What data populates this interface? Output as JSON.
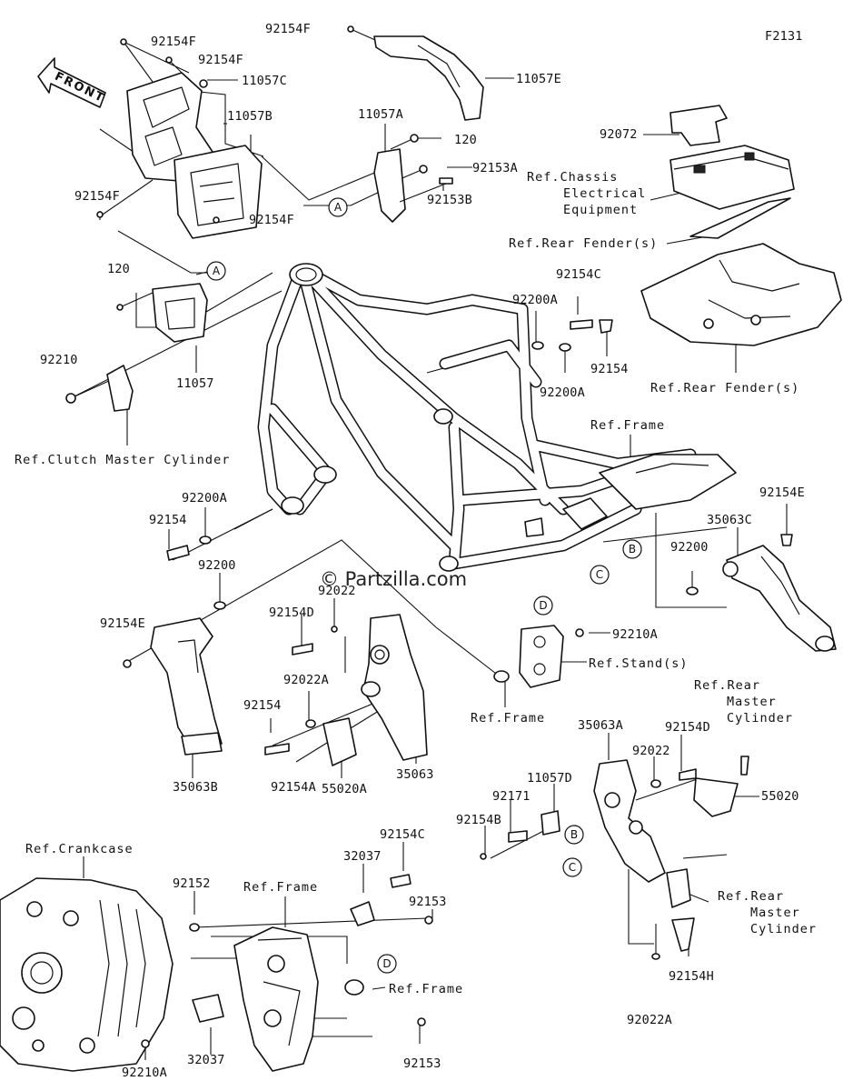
{
  "diagram_code": "F2131",
  "watermark": "© Partzilla.com",
  "front_arrow_label": "FRONT",
  "circle_markers": [
    "A",
    "A",
    "B",
    "C",
    "D",
    "B",
    "C",
    "D"
  ],
  "labels": [
    "92154F",
    "92154F",
    "11057C",
    "11057B",
    "92154F",
    "92154F",
    "92154F",
    "11057E",
    "11057A",
    "120",
    "92153A",
    "92153B",
    "120",
    "11057",
    "92210",
    "92072",
    "Ref.Chassis",
    "Electrical",
    "Equipment",
    "Ref.Rear Fender(s)",
    "Ref.Rear Fender(s)",
    "92154C",
    "92200A",
    "92154",
    "92200A",
    "Ref.Clutch Master Cylinder",
    "Ref.Frame",
    "92200A",
    "92154",
    "92154E",
    "35063C",
    "92200",
    "92200",
    "92154E",
    "92022",
    "92154D",
    "92210A",
    "Ref.Stand(s)",
    "92022A",
    "92154",
    "Ref.Frame",
    "35063A",
    "92154D",
    "92022",
    "55020",
    "35063B",
    "92154A",
    "55020A",
    "35063",
    "11057D",
    "92171",
    "92154B",
    "Ref.Rear",
    "Master",
    "Cylinder",
    "Ref.Rear",
    "Master",
    "Cylinder",
    "Ref.Crankcase",
    "32037",
    "92154C",
    "92152",
    "Ref.Frame",
    "92153",
    "Ref.Frame",
    "92154H",
    "92022A",
    "92210A",
    "32037",
    "92153"
  ]
}
